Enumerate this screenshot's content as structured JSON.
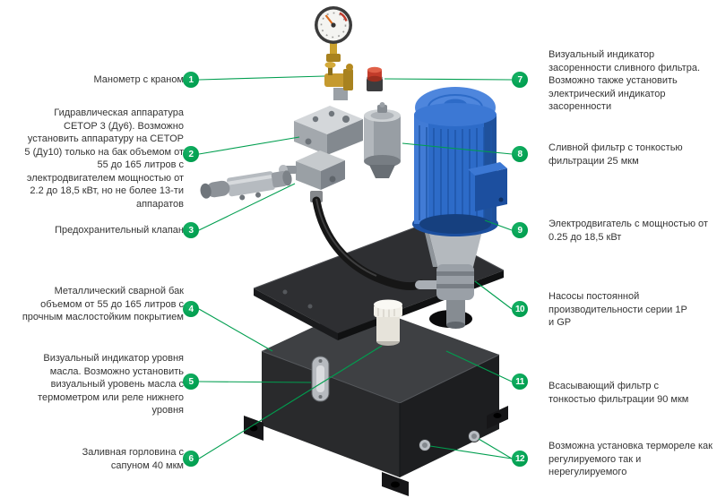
{
  "colors": {
    "accent_green": "#009e4f",
    "motor_blue": "#2d6bc8",
    "tank_dark": "#292a2c",
    "indicator_red": "#c23b2a"
  },
  "diagram": {
    "left_callouts": [
      {
        "num": "1",
        "label": "Манометр с краном"
      },
      {
        "num": "2",
        "label": "Гидравлическая аппаратура CETOP 3 (Ду6). Возможно установить аппаратуру на CETOP 5 (Ду10) только на бак объемом от 55 до 165 литров с электродвигателем мощностью от 2.2 до 18,5 кВт, но не более 13-ти аппаратов"
      },
      {
        "num": "3",
        "label": "Предохранительный клапан"
      },
      {
        "num": "4",
        "label": "Металлический сварной бак объемом от 55 до 165 литров с прочным маслостойким покрытием"
      },
      {
        "num": "5",
        "label": "Визуальный индикатор уровня масла. Возможно установить визуальный уровень масла с термометром или реле нижнего уровня"
      },
      {
        "num": "6",
        "label": "Заливная горловина с сапуном 40 мкм"
      }
    ],
    "right_callouts": [
      {
        "num": "7",
        "label": "Визуальный индикатор засоренности сливного фильтра. Возможно также установить электрический индикатор засоренности"
      },
      {
        "num": "8",
        "label": "Сливной фильтр с тонкостью фильтрации 25 мкм"
      },
      {
        "num": "9",
        "label": "Электродвигатель с мощностью от 0.25 до 18,5 кВт"
      },
      {
        "num": "10",
        "label": "Насосы постоянной производительности серии 1P и GP"
      },
      {
        "num": "11",
        "label": "Всасывающий фильтр с тонкостью фильтрации 90 мкм"
      },
      {
        "num": "12",
        "label": "Возможна установка термореле как регулируемого так и нерегулируемого"
      }
    ]
  }
}
